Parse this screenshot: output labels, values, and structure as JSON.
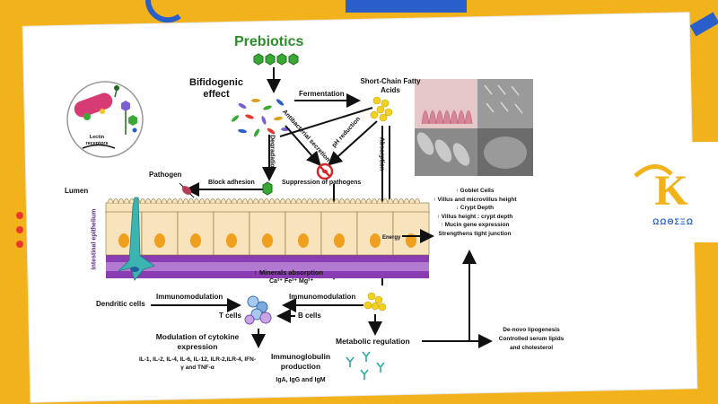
{
  "title": "Prebiotics",
  "labels": {
    "bifidogenic": "Bifidogenic effect",
    "fermentation": "Fermentation",
    "scfa": "Short-Chain Fatty Acids",
    "lectin": "Lectin receptors",
    "pathogen": "Pathogen",
    "lumen": "Lumen",
    "block_adhesion": "Block adhesion",
    "suppression": "Suppression of pathogens",
    "degradation": "Degradation",
    "antibacterial": "Antibacterial secretion",
    "ph_reduction": "pH reduction",
    "absorption": "Absorption",
    "intestinal_epithelium": "Intestinal epithelium",
    "energy": "Energy",
    "minerals": "↑ Minerals absorption",
    "ions": "Ca²⁺ Fe²⁺ Mg²⁺",
    "dendritic": "Dendritic cells",
    "immunomod_left": "Immunomodulation",
    "immunomod_right": "Immunomodulation",
    "t_cells": "T cells",
    "b_cells": "B cells",
    "cytokine_title": "Modulation of cytokine expression",
    "cytokine_list": "IL-1, IL-2, IL-4, IL-6, IL-12, ILR-2,ILR-4, IFN-γ and TNF-α",
    "immunoglobulin_title": "Immunoglobulin production",
    "immunoglobulin_list": "IgA, IgG and IgM",
    "metabolic": "Metabolic regulation",
    "denovo": "De-novo lipogenesis",
    "serum": "Controlled serum lipids",
    "cholesterol": "and cholesterol"
  },
  "effects": [
    "↑ Goblet Cells",
    "↑ Villus and microvillus height",
    "↓ Crypt Depth",
    "↑ Villus height : crypt depth",
    "↑ Mucin gene expression",
    "Strengthens tight junction"
  ],
  "logo": {
    "letter": "K",
    "text": "ΩΩΘΣΞΩ"
  },
  "colors": {
    "background": "#f2b21b",
    "prebiotic_green": "#3aa835",
    "blue_accent": "#2a5ec9",
    "red_dots": "#e8392f",
    "epithelium_purple": "#8a3db3",
    "cell_fill": "#f7e4bd",
    "nucleus": "#f0a021",
    "dendritic": "#3cb5b2"
  }
}
